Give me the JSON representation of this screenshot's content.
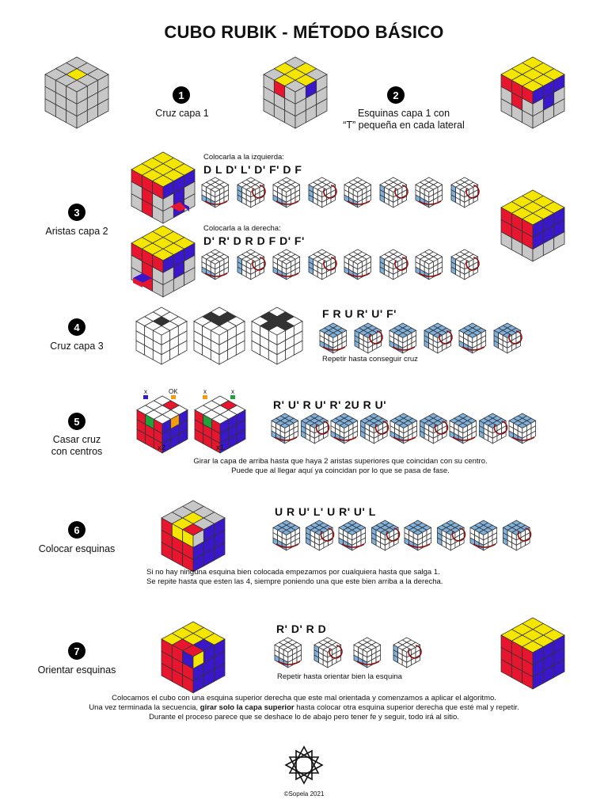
{
  "title": "CUBO RUBIK - MÉTODO BÁSICO",
  "colors": {
    "yellow": "#f5e600",
    "red": "#e8152e",
    "blue": "#3a17c8",
    "gray": "#c7c7c7",
    "dark": "#333333",
    "light": "#7fb1dc",
    "green": "#1fa33a",
    "orange": "#f39c12",
    "arrow": "#8a1111"
  },
  "steps": {
    "s1": {
      "num": "1",
      "label": "Cruz capa 1"
    },
    "s2": {
      "num": "2",
      "label1": "Esquinas capa 1 con",
      "label2": "“T” pequeña en cada lateral"
    },
    "s3": {
      "num": "3",
      "label": "Aristas capa 2",
      "left_caption": "Colocarla a la izquierda:",
      "left_alg": "D L D' L' D' F' D F",
      "right_caption": "Colocarla a la derecha:",
      "right_alg": "D' R' D R D F D' F'"
    },
    "s4": {
      "num": "4",
      "label": "Cruz capa 3",
      "alg": "F R U R' U' F'",
      "note": "Repetir hasta conseguir cruz"
    },
    "s5": {
      "num": "5",
      "label1": "Casar cruz",
      "label2": "con centros",
      "alg": "R' U' R U' R' 2U R U'",
      "mark_x": "x",
      "mark_ok": "OK",
      "mult_a": "x2",
      "mult_b": "x1",
      "note1": "Girar la capa de arriba hasta que haya 2 aristas superiores que coincidan con su centro.",
      "note2": "Puede que al llegar aquí ya coincidan por lo que se pasa de fase."
    },
    "s6": {
      "num": "6",
      "label": "Colocar esquinas",
      "alg": "U R U' L' U R' U' L",
      "note1": "Si no hay ninguna esquina bien colocada empezamos por cualquiera hasta que salga 1.",
      "note2": "Se repite hasta que esten las 4, siempre poniendo una que este bien arriba a la derecha."
    },
    "s7": {
      "num": "7",
      "label": "Orientar esquinas",
      "alg": "R' D' R D",
      "note": "Repetir hasta orientar bien la esquina"
    }
  },
  "footer": {
    "line1": "Colocamos el cubo con una esquina superior derecha que este mal orientada y comenzamos a aplicar el algoritmo.",
    "line2a": "Una vez terminada la secuencia, ",
    "line2b": "girar solo la capa superior",
    "line2c": " hasta colocar otra esquina superior derecha que esté mal y repetir.",
    "line3": "Durante el proceso parece que se deshace lo de abajo pero tener fe y seguir, todo irá al sitio.",
    "copyright": "©Sopela 2021"
  }
}
